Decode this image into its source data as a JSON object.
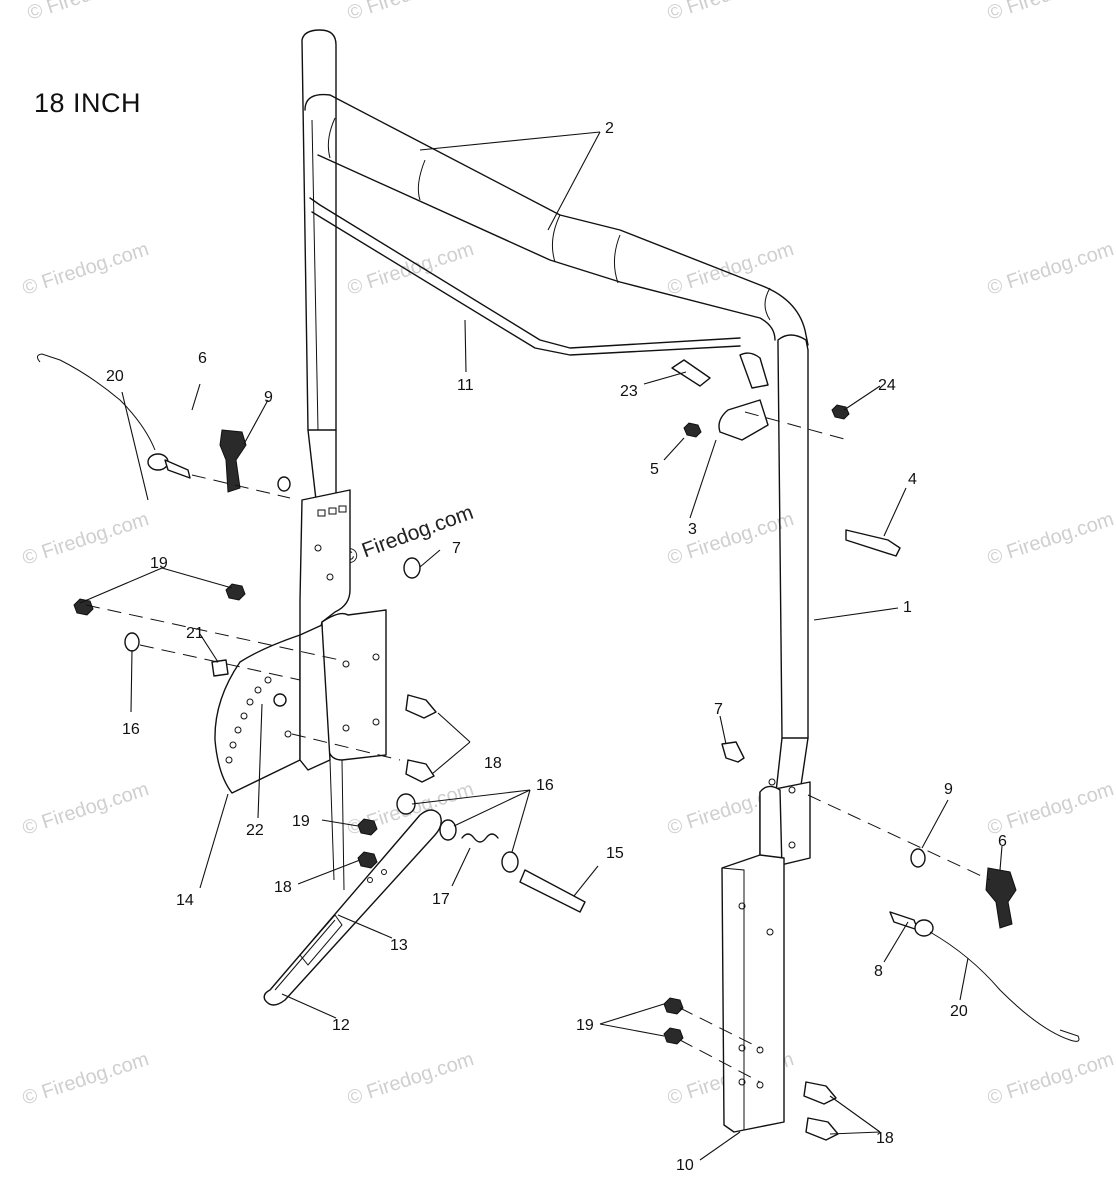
{
  "title": "18 INCH",
  "watermark": "© Firedog.com",
  "callouts": [
    "1",
    "2",
    "3",
    "4",
    "5",
    "6",
    "6",
    "7",
    "7",
    "8",
    "9",
    "9",
    "10",
    "11",
    "12",
    "13",
    "14",
    "15",
    "16",
    "16",
    "17",
    "18",
    "18",
    "18",
    "19",
    "19",
    "19",
    "20",
    "20",
    "21",
    "22",
    "23",
    "24"
  ]
}
